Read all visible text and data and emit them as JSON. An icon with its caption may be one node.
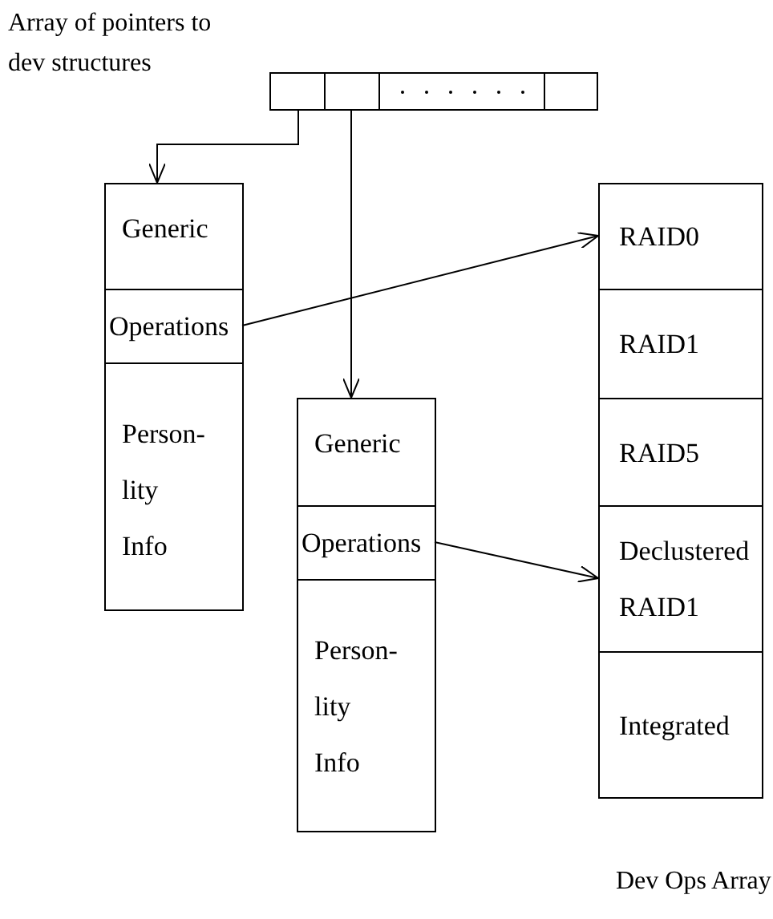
{
  "diagram": {
    "nodes": [
      {
        "text": [],
        "shape": "box"
      },
      {
        "text": [],
        "shape": "box"
      },
      {
        "text": [],
        "shape": "box"
      },
      {
        "text": [],
        "shape": "box"
      },
      {
        "text": [],
        "shape": "box"
      },
      {
        "text": [
          "Generic"
        ],
        "in": 4
      },
      {
        "text": [
          "Operations"
        ],
        "in": 4
      },
      {
        "text": [
          "Person- lity Info"
        ],
        "in": 4
      },
      {
        "text": [],
        "shape": "box"
      },
      {
        "text": [
          "Generic"
        ],
        "in": 8
      },
      {
        "text": [
          "Operations"
        ],
        "in": 8
      },
      {
        "text": [
          "Person- lity Info"
        ],
        "in": 8
      },
      {
        "text": [],
        "shape": "box"
      },
      {
        "text": [
          "RAID0"
        ],
        "in": 12
      },
      {
        "text": [
          "RAID1"
        ],
        "in": 12
      },
      {
        "text": [
          "RAID5"
        ],
        "in": 12
      },
      {
        "text": [
          "Declustered RAID1"
        ],
        "in": 12
      },
      {
        "text": [
          "Integrated"
        ],
        "in": 12
      }
    ],
    "edges": [
      {
        "from": 0,
        "to": 4,
        "arrow": "to"
      },
      {
        "from": 1,
        "to": 8,
        "arrow": "to"
      },
      {
        "from": 6,
        "to": 13,
        "arrow": "to"
      },
      {
        "from": 10,
        "to": 16,
        "arrow": "to"
      }
    ],
    "labels": [
      "Array of pointers to dev structures",
      "Dev Ops Array"
    ]
  }
}
